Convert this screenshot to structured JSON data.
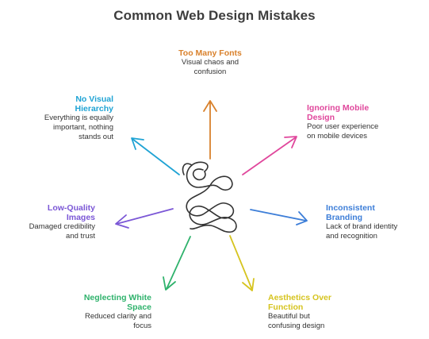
{
  "title": "Common Web Design Mistakes",
  "mistakes": [
    {
      "title": "Too Many Fonts",
      "desc_lines": [
        "Visual chaos and",
        "confusion"
      ],
      "color": "#d9812c"
    },
    {
      "title_lines": [
        "Ignoring Mobile",
        "Design"
      ],
      "desc_lines": [
        "Poor user experience",
        "on mobile devices"
      ],
      "color": "#e0479c"
    },
    {
      "title_lines": [
        "Inconsistent",
        "Branding"
      ],
      "desc_lines": [
        "Lack of brand identity",
        "and recognition"
      ],
      "color": "#3d7ed8"
    },
    {
      "title_lines": [
        "Aesthetics Over",
        "Function"
      ],
      "desc_lines": [
        "Beautiful but",
        "confusing design"
      ],
      "color": "#d6c41f"
    },
    {
      "title_lines": [
        "Neglecting White",
        "Space"
      ],
      "desc_lines": [
        "Reduced clarity and",
        "focus"
      ],
      "color": "#2fb26c"
    },
    {
      "title_lines": [
        "Low-Quality",
        "Images"
      ],
      "desc_lines": [
        "Damaged credibility",
        "and trust"
      ],
      "color": "#7b57d6"
    },
    {
      "title_lines": [
        "No Visual",
        "Hierarchy"
      ],
      "desc_lines": [
        "Everything is equally",
        "important, nothing",
        "stands out"
      ],
      "color": "#1fa3d4"
    }
  ],
  "center_icon": "tangled-knot-icon"
}
